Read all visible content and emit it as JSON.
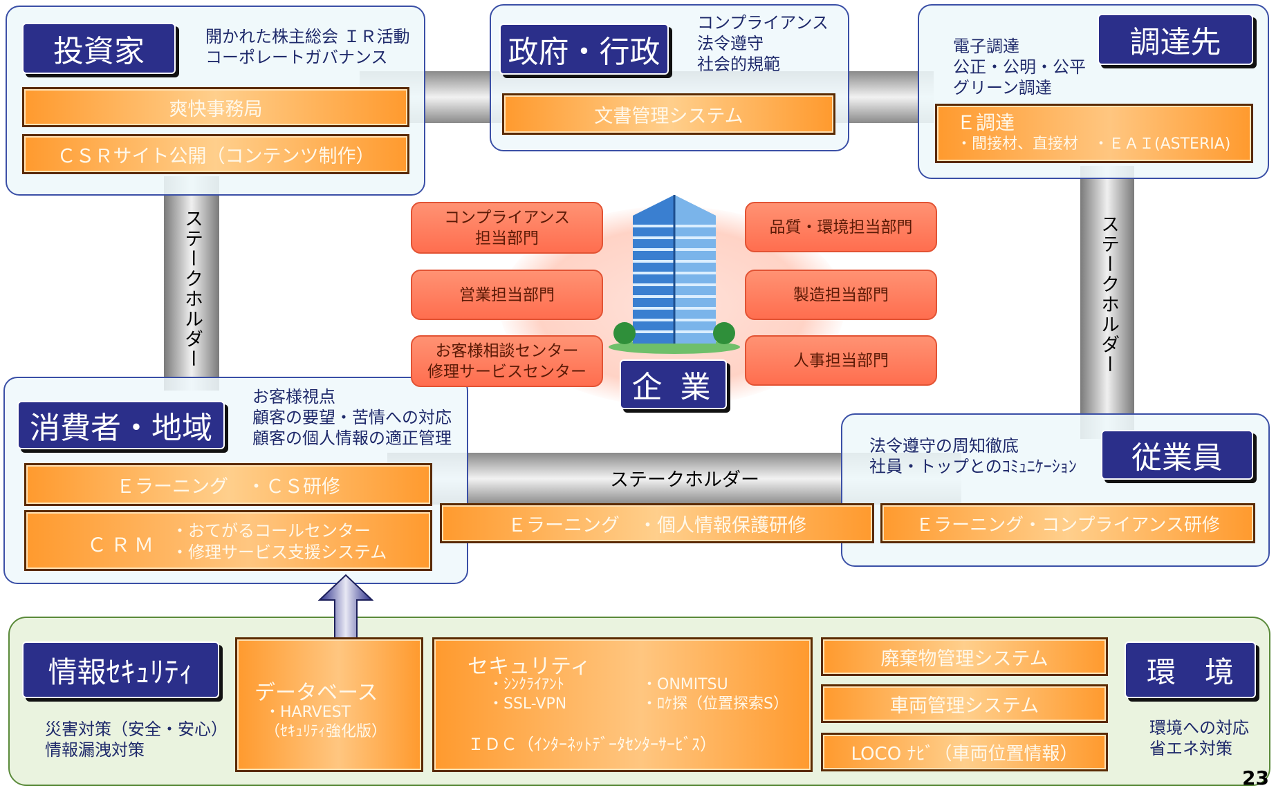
{
  "investor": {
    "title": "投資家",
    "notes": [
      "開かれた株主総会 ＩＲ活動",
      "コーポレートガバナンス"
    ],
    "bar1": "爽快事務局",
    "bar2": "ＣＳＲサイト公開（コンテンツ制作）"
  },
  "government": {
    "title": "政府・行政",
    "notes": [
      "コンプライアンス",
      "法令遵守",
      "社会的規範"
    ],
    "bar1": "文書管理システム"
  },
  "supplier": {
    "title": "調達先",
    "notes": [
      "電子調達",
      "公正・公明・公平",
      "グリーン調達"
    ],
    "bar_title": "Ｅ調達",
    "bar_sub": "・間接材、直接材　・ＥＡＩ(ASTERIA)"
  },
  "consumer": {
    "title": "消費者・地域",
    "notes": [
      "お客様視点",
      "顧客の要望・苦情への対応",
      "顧客の個人情報の適正管理"
    ],
    "bar1": "Ｅラーニング　・ＣＳ研修",
    "crm_label": "ＣＲＭ",
    "crm_items": [
      "・おてがるコールセンター",
      "・修理サービス支援システム"
    ]
  },
  "employee": {
    "title": "従業員",
    "notes": [
      "法令遵守の周知徹底",
      "社員・トップとのｺﾐｭﾆｹｰｼｮﾝ"
    ],
    "bar1": "Ｅラーニング・コンプライアンス研修"
  },
  "center": {
    "title": "企 業",
    "depts_left": [
      "コンプライアンス\n担当部門",
      "営業担当部門",
      "お客様相談センター\n修理サービスセンター"
    ],
    "depts_right": [
      "品質・環境担当部門",
      "製造担当部門",
      "人事担当部門"
    ],
    "bar_middle": "Ｅラーニング　・個人情報保護研修"
  },
  "stakeholder_label": "ステークホルダー",
  "security": {
    "title": "情報ｾｷｭﾘﾃｨ",
    "notes": [
      "災害対策（安全・安心）",
      "情報漏洩対策"
    ],
    "db_title": "データベース",
    "db_items": [
      "・HARVEST",
      "（ｾｷｭﾘﾃｨ強化版）"
    ],
    "sec_title": "セキュリティ",
    "sec_items_left": [
      "・ｼﾝｸﾗｲｱﾝﾄ",
      "・SSL-VPN"
    ],
    "sec_items_right": [
      "・ONMITSU",
      "・ﾛｹ探（位置探索S）"
    ],
    "idc": "ＩＤＣ（ｲﾝﾀｰﾈｯﾄﾃﾞｰﾀｾﾝﾀｰｻｰﾋﾞｽ）"
  },
  "environment": {
    "title": "環　境",
    "notes": [
      "環境への対応",
      "省エネ対策"
    ],
    "bars": [
      "廃棄物管理システム",
      "車両管理システム",
      "LOCO ﾅﾋﾞ（車両位置情報）"
    ]
  },
  "page_number": "23",
  "colors": {
    "navy": "#2b2f8a",
    "orange": "#ff9a2e",
    "salmon": "#ff7a5c",
    "panel": "#eef8fb",
    "env_panel": "#eaf3df"
  }
}
